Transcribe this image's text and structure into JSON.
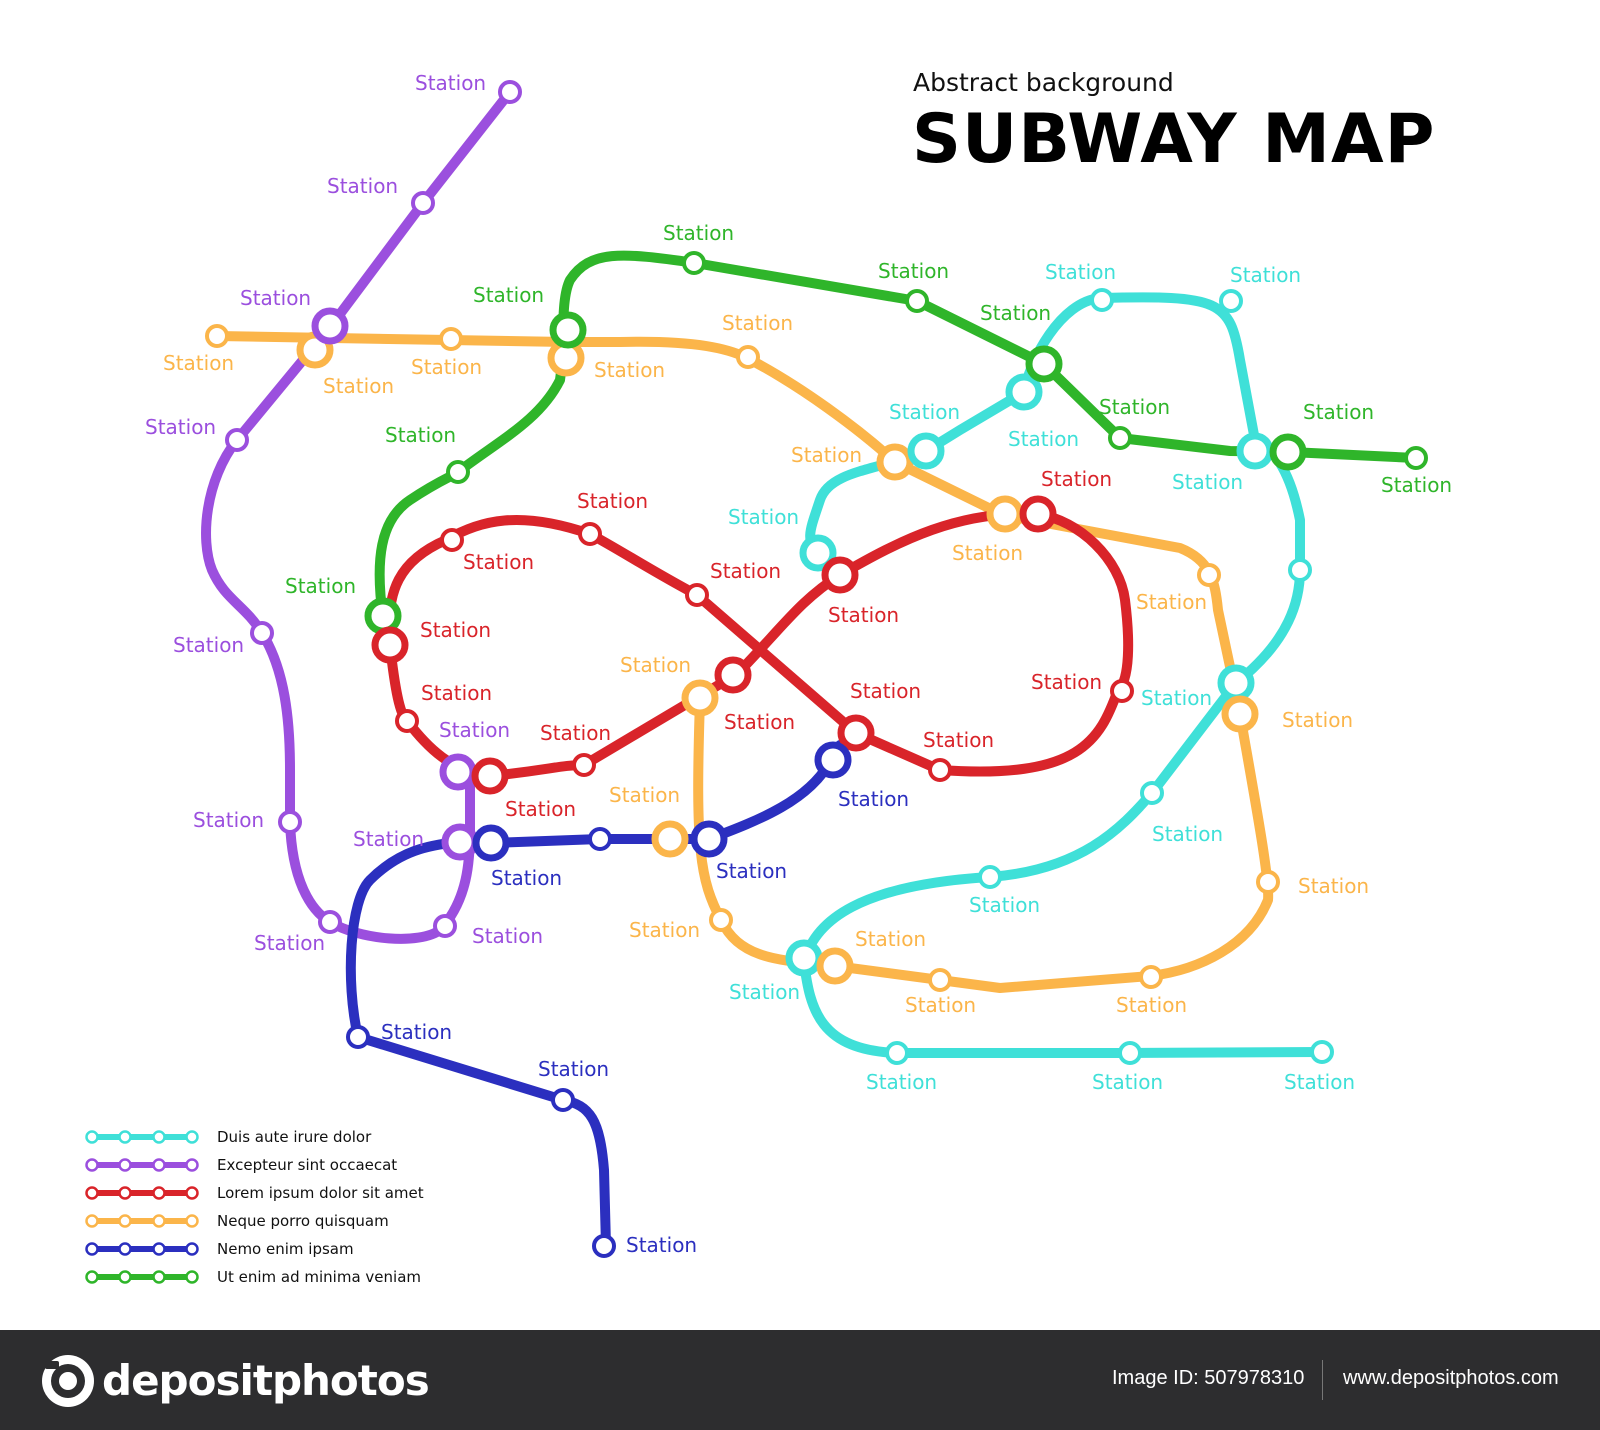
{
  "header": {
    "subtitle": "Abstract background",
    "title": "SUBWAY MAP"
  },
  "station_label": "Station",
  "lines": [
    {
      "id": "cyan",
      "color": "#3fe0d8",
      "name": "Duis aute irure dolor"
    },
    {
      "id": "purple",
      "color": "#9b4fde",
      "name": "Excepteur sint occaecat"
    },
    {
      "id": "red",
      "color": "#d9242a",
      "name": "Lorem ipsum dolor sit amet"
    },
    {
      "id": "orange",
      "color": "#fbb54a",
      "name": "Neque porro quisquam"
    },
    {
      "id": "blue",
      "color": "#2b2fbf",
      "name": "Nemo enim ipsam"
    },
    {
      "id": "green",
      "color": "#2fb52a",
      "name": "Ut enim ad minima veniam"
    }
  ],
  "footer": {
    "logo_text": "depositphotos",
    "image_id": "Image ID: 507978310",
    "site": "www.depositphotos.com"
  }
}
